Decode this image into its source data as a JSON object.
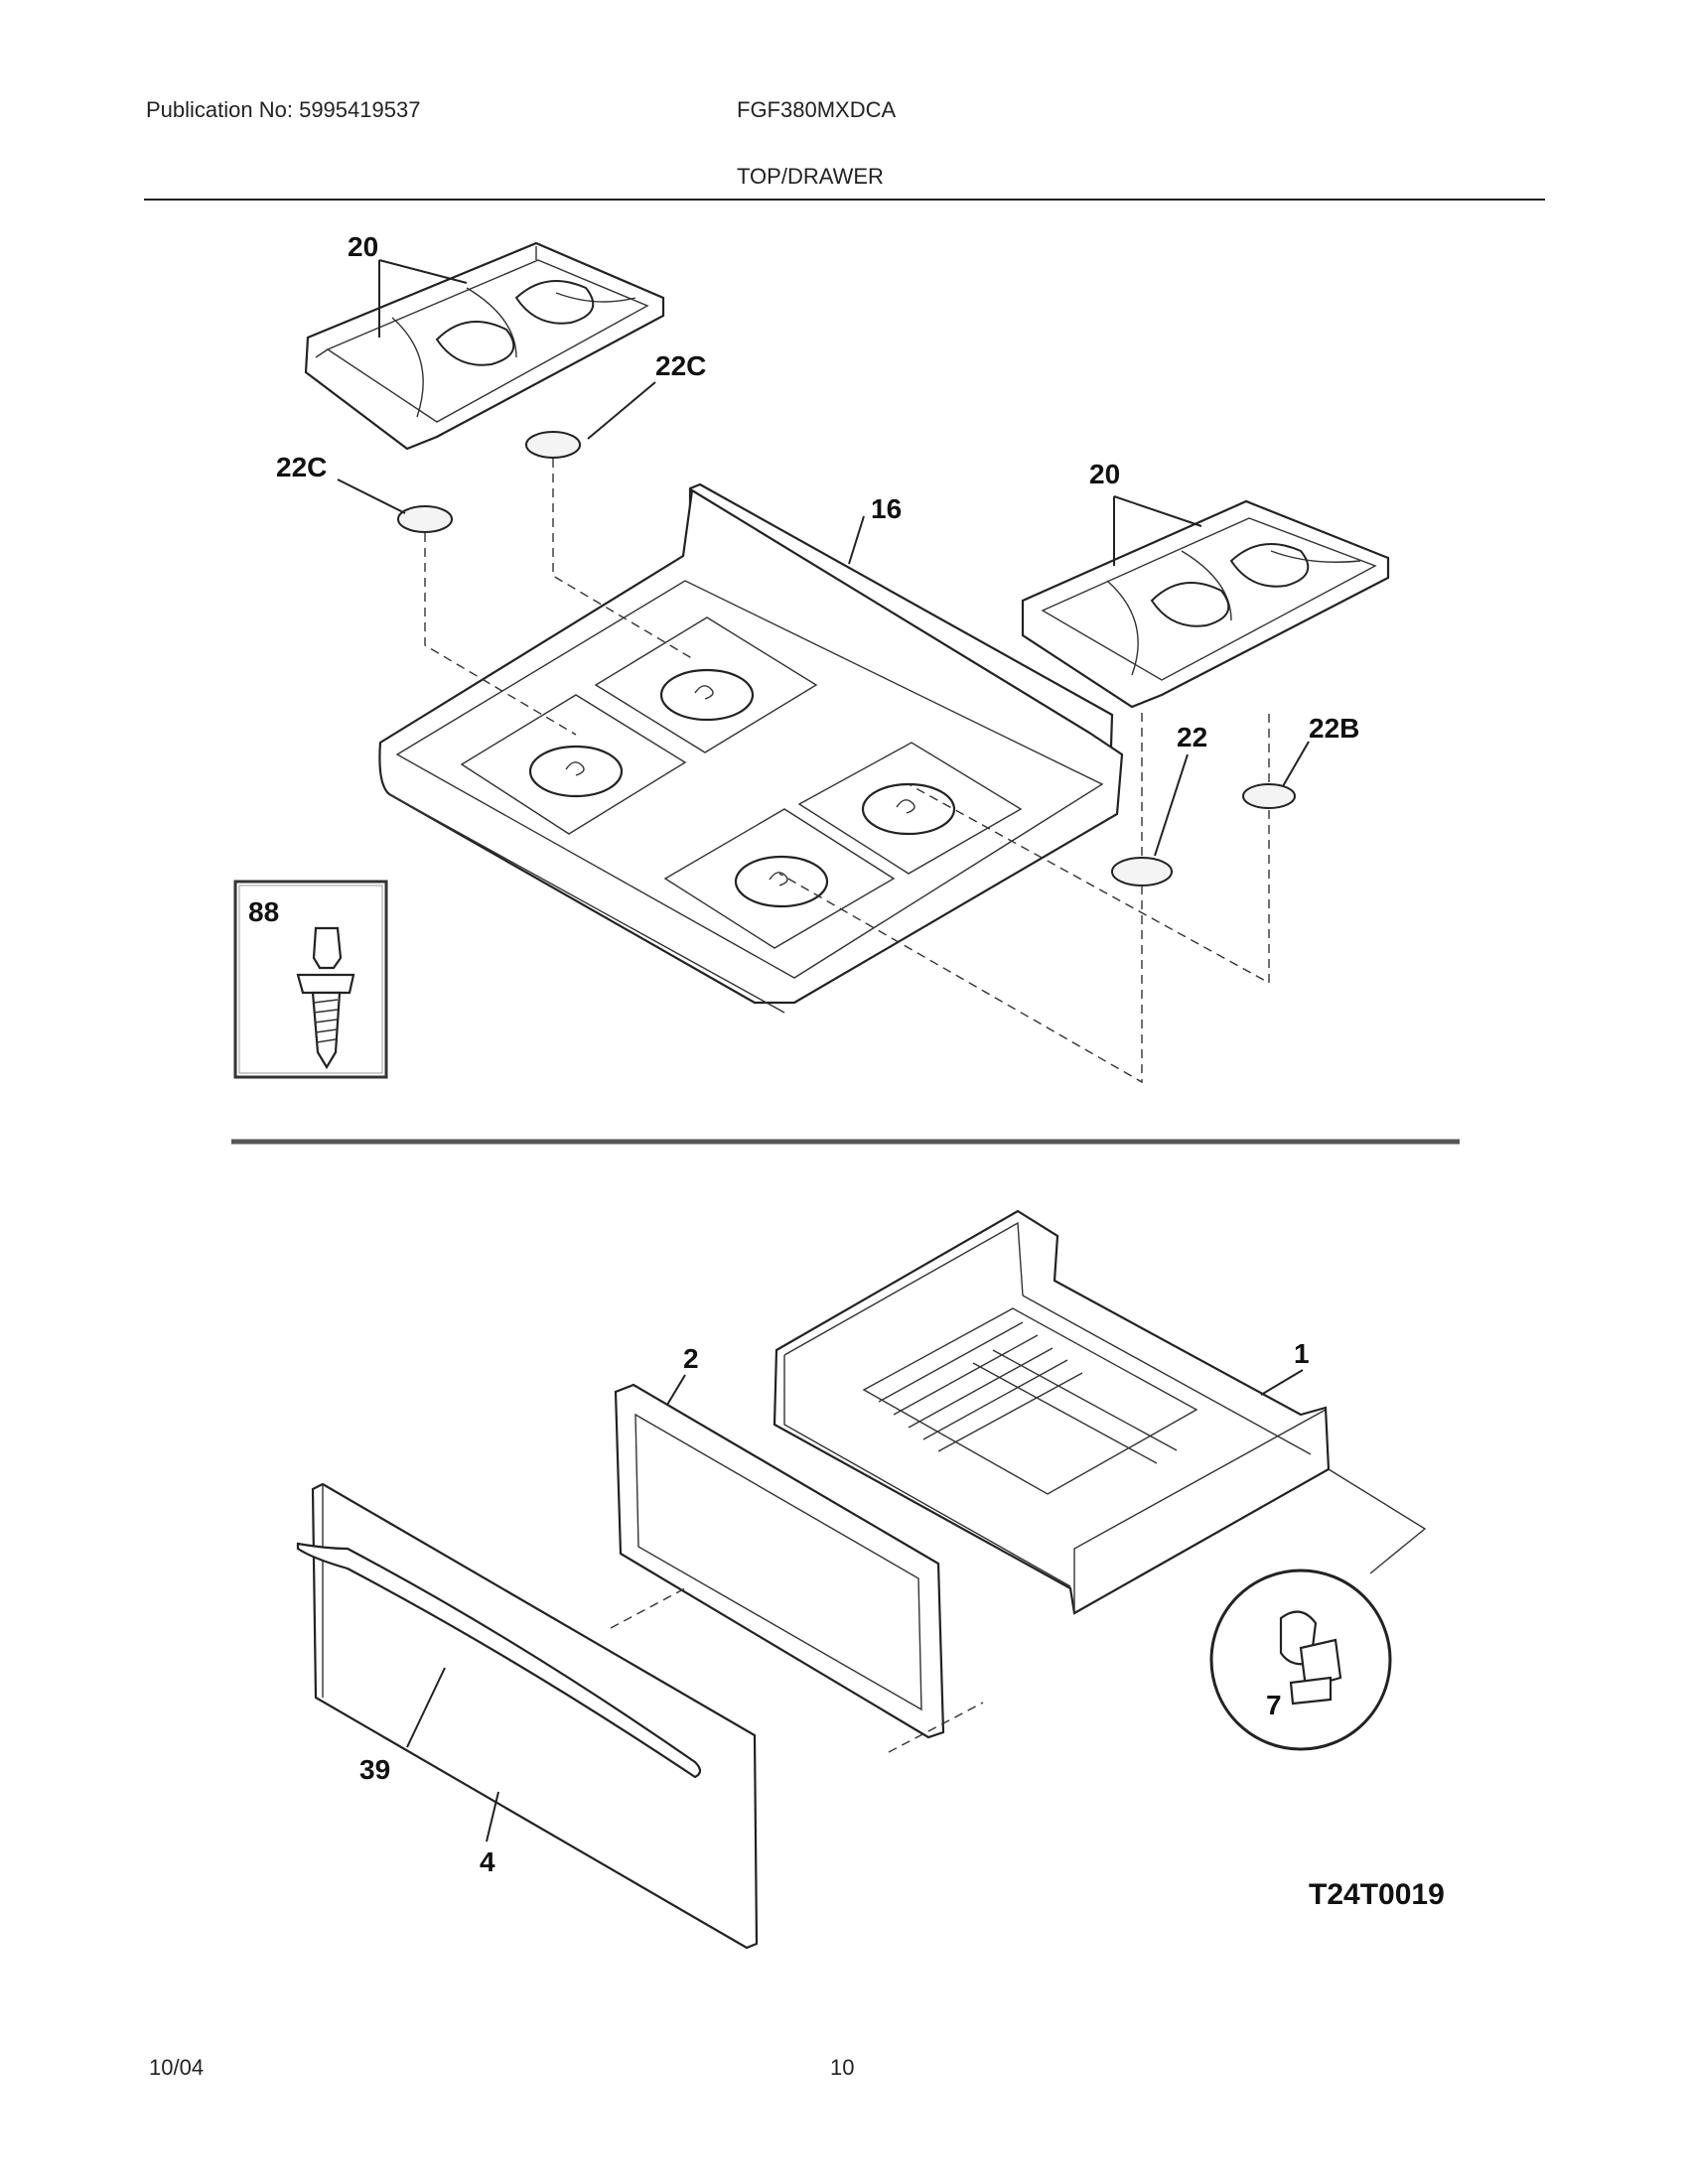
{
  "header": {
    "publication": "Publication No: 5995419537",
    "model": "FGF380MXDCA",
    "section_title": "TOP/DRAWER"
  },
  "callouts": {
    "grate_left": "20",
    "grate_right": "20",
    "cap_22c_upper": "22C",
    "cap_22c_lower": "22C",
    "cooktop": "16",
    "cap_22": "22",
    "cap_22b": "22B",
    "screw_inset": "88",
    "drawer_body": "1",
    "drawer_back": "2",
    "drawer_front": "4",
    "drawer_handle": "39",
    "glide": "7"
  },
  "figure_id": "T24T0019",
  "footer": {
    "date": "10/04",
    "page_number": "10"
  }
}
